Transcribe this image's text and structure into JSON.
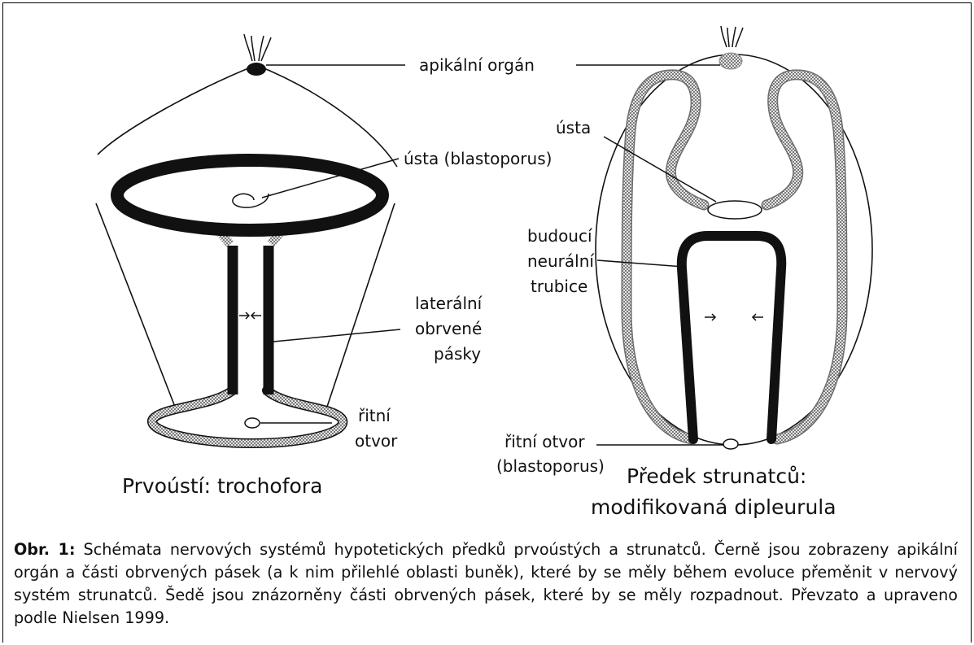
{
  "left_diagram": {
    "labels": {
      "apical": "apikální orgán",
      "mouth": "ústa (blastoporus)",
      "lateral_1": "laterální",
      "lateral_2": "obrvené",
      "lateral_3": "pásky",
      "anus_1": "řitní",
      "anus_2": "otvor"
    },
    "title": "Prvoústí: trochofora"
  },
  "right_diagram": {
    "labels": {
      "mouth": "ústa",
      "tube_1": "budoucí",
      "tube_2": "neurální",
      "tube_3": "trubice",
      "anus_1": "řitní otvor",
      "anus_2": "(blastoporus)"
    },
    "title_1": "Předek strunatců:",
    "title_2": "modifikovaná dipleurula"
  },
  "caption": {
    "label": "Obr. 1:",
    "text": " Schémata nervových systémů hypotetických předků prvoústých a strunatců. Černě jsou zobrazeny apikální orgán a části obrvených pásek (a k nim přilehlé oblasti buněk), které by se měly během evoluce přeměnit v nervový systém strunatců. Šedě jsou znázorněny části obrvených pásek, které by se měly rozpadnout. Převzato a upraveno podle Nielsen 1999."
  },
  "colors": {
    "black_band": "#111111",
    "grey_band": "#bdbdbd"
  }
}
